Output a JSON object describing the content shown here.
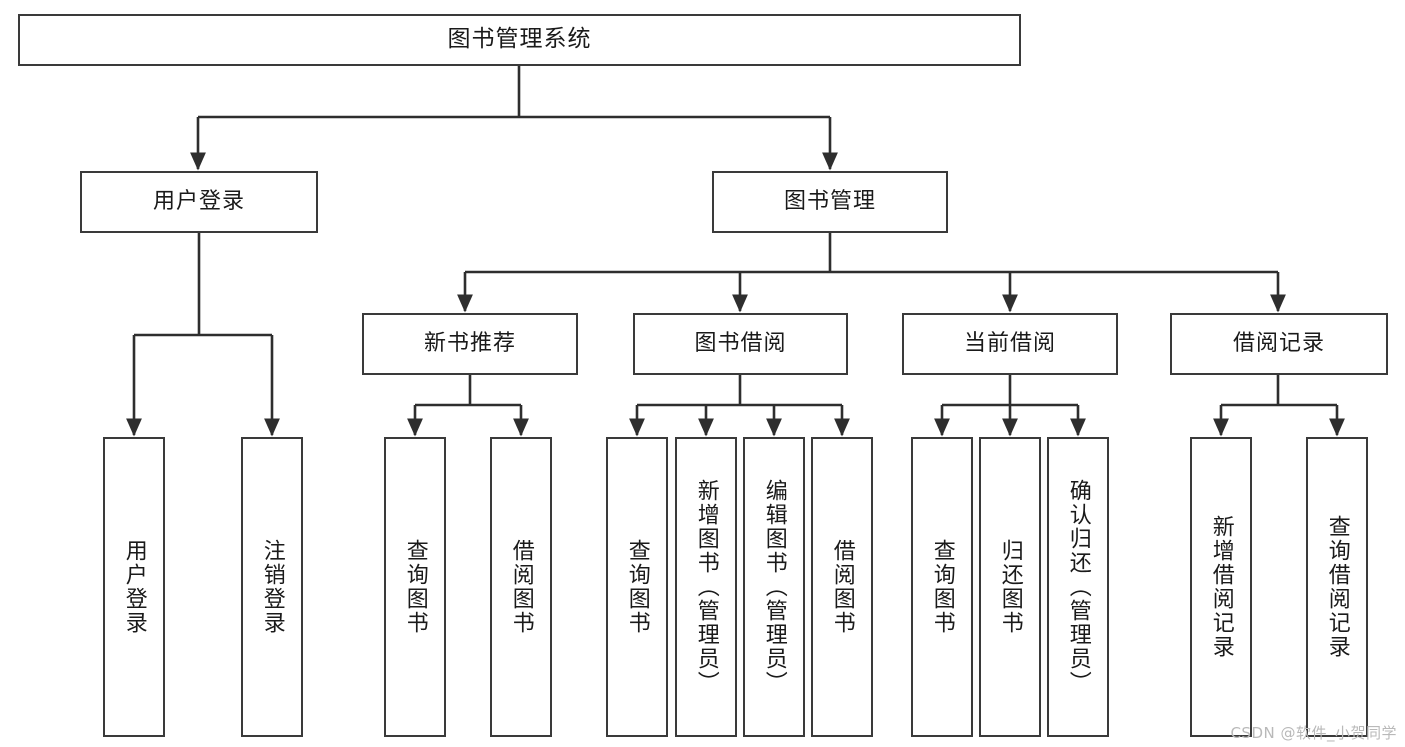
{
  "diagram": {
    "title": "图书管理系统",
    "watermark": "CSDN @软件_小贺同学",
    "stroke_color": "#3a3a3a",
    "fill_color": "#ffffff",
    "text_color": "#1a1a1a",
    "background": "#ffffff"
  },
  "levels": {
    "root": {
      "label": "图书管理系统"
    },
    "level2": [
      {
        "label": "用户登录"
      },
      {
        "label": "图书管理"
      }
    ],
    "level3": [
      {
        "label": "新书推荐"
      },
      {
        "label": "图书借阅"
      },
      {
        "label": "当前借阅"
      },
      {
        "label": "借阅记录"
      }
    ],
    "leaves": {
      "user_login": [
        {
          "label": "用户登录"
        },
        {
          "label": "注销登录"
        }
      ],
      "new_book": [
        {
          "label": "查询图书"
        },
        {
          "label": "借阅图书"
        }
      ],
      "book_borrow": [
        {
          "label": "查询图书"
        },
        {
          "label": "新增图书（管理员）"
        },
        {
          "label": "编辑图书（管理员）"
        },
        {
          "label": "借阅图书"
        }
      ],
      "current_borrow": [
        {
          "label": "查询图书"
        },
        {
          "label": "归还图书"
        },
        {
          "label": "确认归还（管理员）"
        }
      ],
      "borrow_record": [
        {
          "label": "新增借阅记录"
        },
        {
          "label": "查询借阅记录"
        }
      ]
    }
  }
}
